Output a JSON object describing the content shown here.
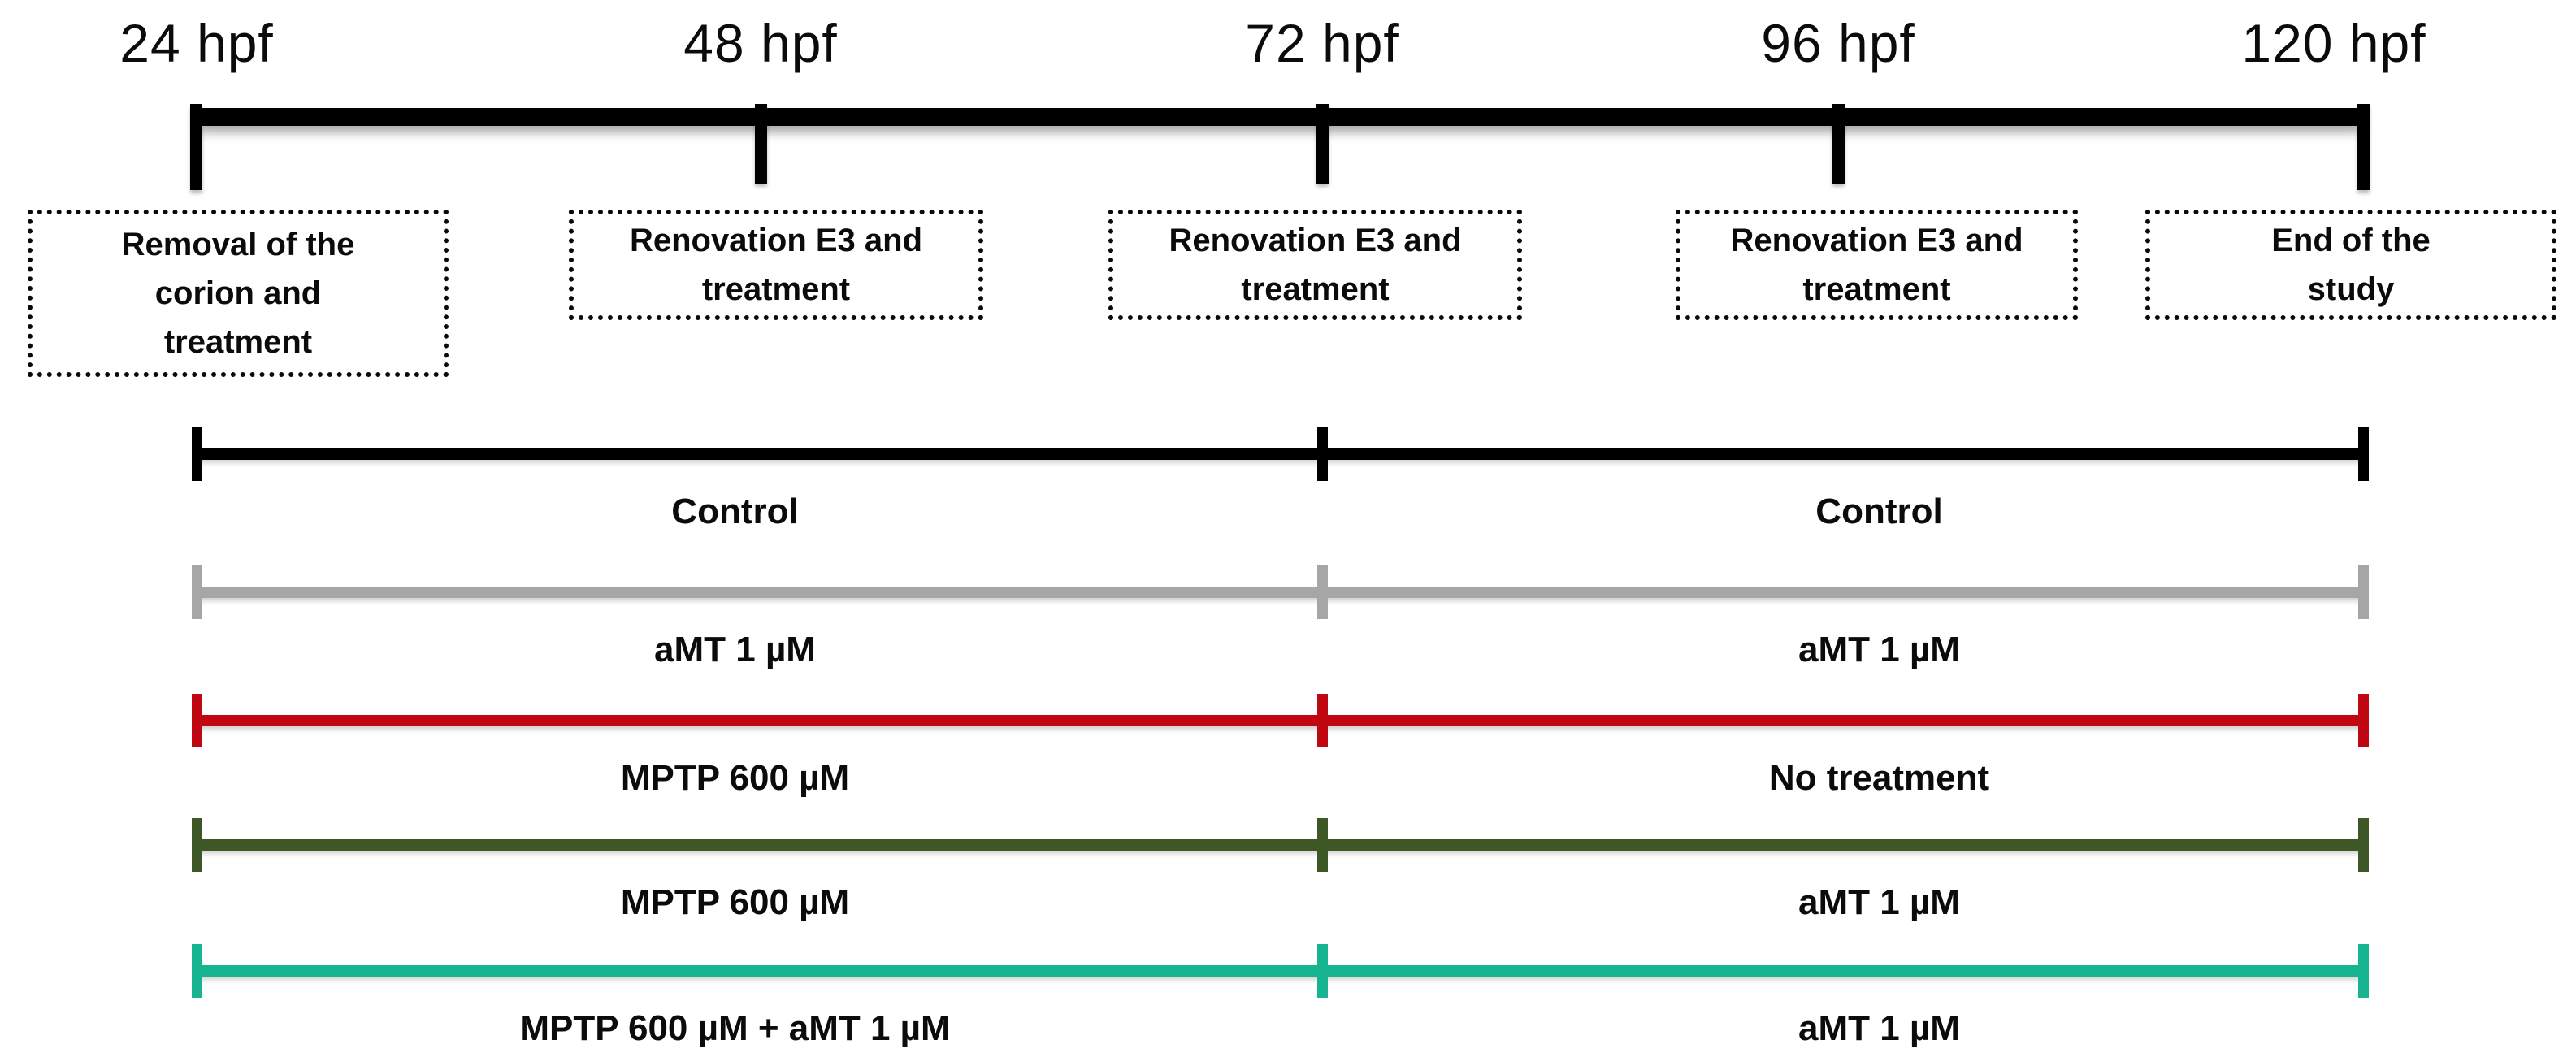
{
  "figure": {
    "description": "Experimental timeline diagram, zebrafish treatment schedule in hours post fertilization (hpf)",
    "background_color": "#ffffff",
    "timeline": {
      "color": "#000000",
      "points": [
        {
          "time": "24 hpf",
          "box_label": "Removal of the corion and treatment"
        },
        {
          "time": "48 hpf",
          "box_label": "Renovation E3 and treatment"
        },
        {
          "time": "72 hpf",
          "box_label": "Renovation E3 and treatment"
        },
        {
          "time": "96 hpf",
          "box_label": "Renovation E3 and treatment"
        },
        {
          "time": "120 hpf",
          "box_label": "End of the study"
        }
      ]
    },
    "treatment_rows": [
      {
        "name": "control",
        "color": "#000000",
        "left_label": "Control",
        "right_label": "Control"
      },
      {
        "name": "amt",
        "color": "#A6A6A6",
        "left_label": "aMT 1 µM",
        "right_label": "aMT 1 µM"
      },
      {
        "name": "mptp-then-none",
        "color": "#C00712",
        "left_label": "MPTP 600 µM",
        "right_label": "No treatment"
      },
      {
        "name": "mptp-then-amt",
        "color": "#3E5727",
        "left_label": "MPTP 600 µM",
        "right_label": "aMT 1 µM"
      },
      {
        "name": "mptp-amt-then-amt",
        "color": "#17B491",
        "left_label": "MPTP 600 µM + aMT 1 µM",
        "right_label": "aMT 1 µM"
      }
    ]
  }
}
